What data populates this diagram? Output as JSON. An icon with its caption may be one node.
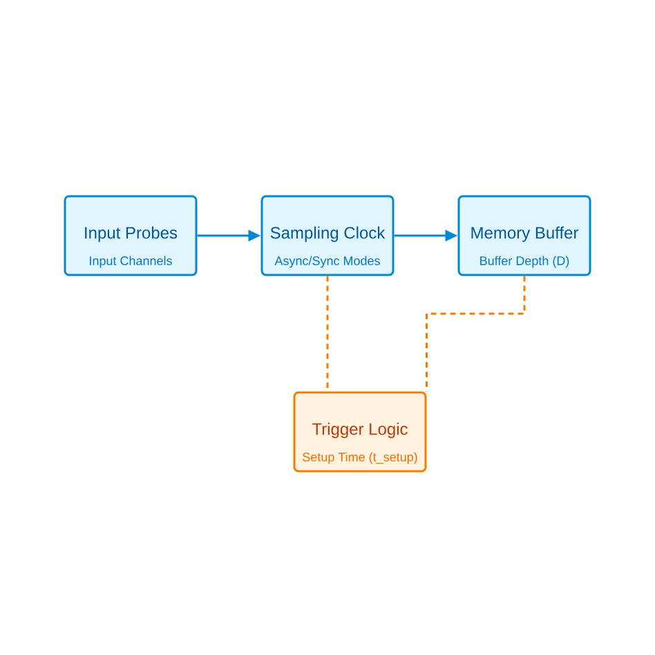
{
  "diagram": {
    "nodes": [
      {
        "text": [
          "Input Probes",
          "Input Channels"
        ]
      },
      {
        "text": [
          "Sampling Clock",
          "Async/Sync Modes"
        ]
      },
      {
        "text": [
          "Memory Buffer",
          "Buffer Depth (D)"
        ]
      },
      {
        "text": [
          "Trigger Logic",
          "Setup Time (t_setup)"
        ]
      }
    ],
    "edges": [
      {
        "from": 0,
        "to": 1,
        "arrow": "to"
      },
      {
        "from": 1,
        "to": 2,
        "arrow": "to"
      },
      {
        "from": 1,
        "to": 3,
        "arrow": "none",
        "style": "dashed",
        "color": "#f57c00"
      },
      {
        "from": 2,
        "to": 3,
        "arrow": "none",
        "style": "dashed",
        "color": "#f57c00"
      }
    ]
  }
}
